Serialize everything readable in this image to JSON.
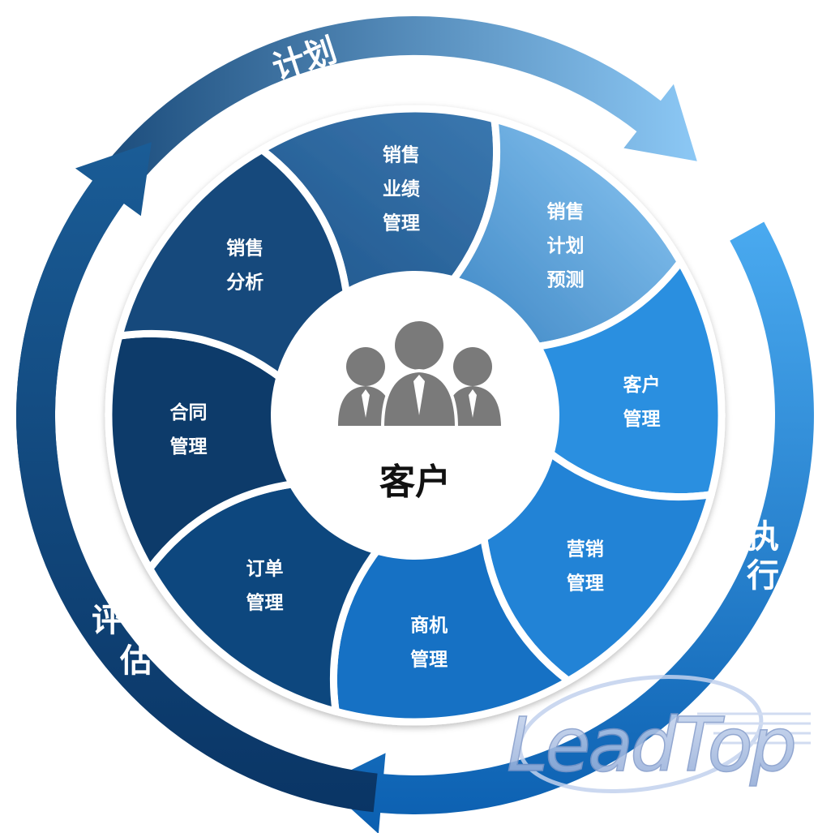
{
  "diagram": {
    "center": {
      "label": "客户",
      "icon": "people-group-icon"
    },
    "outer_ring": [
      {
        "key": "plan",
        "label": "计划"
      },
      {
        "key": "execute",
        "label": "执行"
      },
      {
        "key": "evaluate",
        "label": "评估"
      }
    ],
    "segments": [
      {
        "key": "sales-performance",
        "lines": [
          "销售",
          "业绩",
          "管理"
        ]
      },
      {
        "key": "sales-forecast",
        "lines": [
          "销售",
          "计划",
          "预测"
        ]
      },
      {
        "key": "customer-management",
        "lines": [
          "客户",
          "管理"
        ]
      },
      {
        "key": "marketing-management",
        "lines": [
          "营销",
          "管理"
        ]
      },
      {
        "key": "opportunity-management",
        "lines": [
          "商机",
          "管理"
        ]
      },
      {
        "key": "order-management",
        "lines": [
          "订单",
          "管理"
        ]
      },
      {
        "key": "contract-management",
        "lines": [
          "合同",
          "管理"
        ]
      },
      {
        "key": "sales-analysis",
        "lines": [
          "销售",
          "分析"
        ]
      }
    ],
    "watermark": {
      "text": "LeadTop",
      "kind": "logo"
    }
  },
  "colors": {
    "plan_arc_start": "#0b3a6a",
    "plan_arc_end": "#8cc8f5",
    "execute_arc_start": "#4aaaf0",
    "execute_arc_end": "#0b5fb0",
    "evaluate_arc_start": "#08315c",
    "evaluate_arc_end": "#1a5c96",
    "segment_sales_performance": "#2b6197",
    "segment_sales_forecast": "#7ab9e9",
    "segment_customer": "#2c8fe0",
    "segment_marketing": "#2483d6",
    "segment_opportunity": "#1271c4",
    "segment_order": "#0e477e",
    "segment_contract": "#0c3b6b",
    "segment_analysis": "#174a7b",
    "icon_gray": "#7a7a7a"
  }
}
